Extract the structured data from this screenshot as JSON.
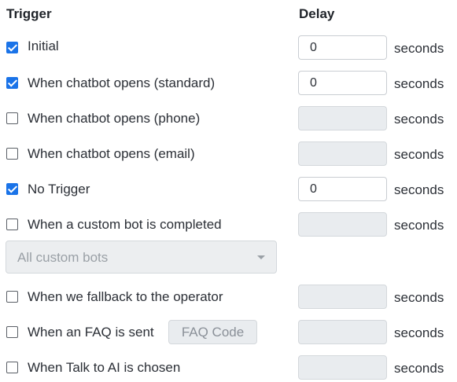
{
  "headers": {
    "trigger": "Trigger",
    "delay": "Delay"
  },
  "triggers": [
    {
      "label": "Initial",
      "checked": true,
      "delay": "0",
      "delay_enabled": true,
      "unit": "seconds"
    },
    {
      "label": "When chatbot opens (standard)",
      "checked": true,
      "delay": "0",
      "delay_enabled": true,
      "unit": "seconds"
    },
    {
      "label": "When chatbot opens (phone)",
      "checked": false,
      "delay": "",
      "delay_enabled": false,
      "unit": "seconds"
    },
    {
      "label": "When chatbot opens (email)",
      "checked": false,
      "delay": "",
      "delay_enabled": false,
      "unit": "seconds"
    },
    {
      "label": "No Trigger",
      "checked": true,
      "delay": "0",
      "delay_enabled": true,
      "unit": "seconds"
    },
    {
      "label": "When a custom bot is completed",
      "checked": false,
      "delay": "",
      "delay_enabled": false,
      "unit": "seconds"
    },
    {
      "label": "When we fallback to the operator",
      "checked": false,
      "delay": "",
      "delay_enabled": false,
      "unit": "seconds"
    },
    {
      "label": "When an FAQ is sent",
      "checked": false,
      "delay": "",
      "delay_enabled": false,
      "unit": "seconds"
    },
    {
      "label": "When Talk to AI is chosen",
      "checked": false,
      "delay": "",
      "delay_enabled": false,
      "unit": "seconds"
    }
  ],
  "custom_bot_select": {
    "value": "All custom bots",
    "icon": "chevron-down-icon"
  },
  "faq_code_button": {
    "label": "FAQ Code"
  },
  "colors": {
    "checkbox_checked": "#1a73e8",
    "disabled_field": "#e9ecef"
  }
}
